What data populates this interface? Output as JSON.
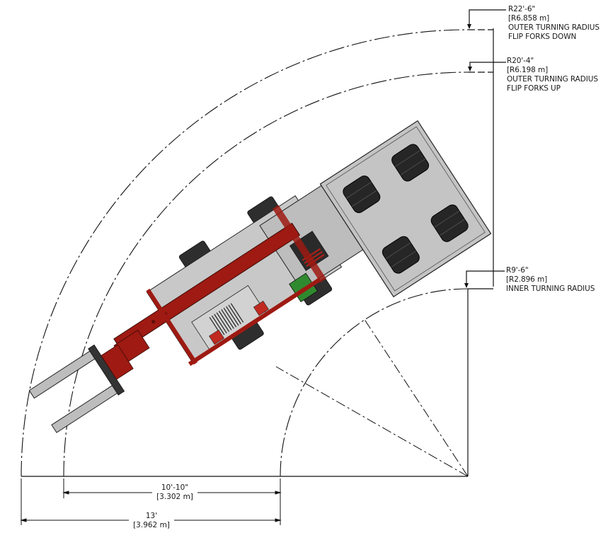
{
  "drawing": {
    "subject": "telehandler top view with fork attachment and seat platform",
    "colors": {
      "boom_red": "#9e1a12",
      "body_gray": "#c4c4c4",
      "tire_dark": "#2e2e2e",
      "seat_dark": "#262626",
      "control_green": "#2f8a2f",
      "line": "#111111"
    },
    "turning_radii": [
      {
        "imperial": "R22'-6\"",
        "metric": "[R6.858 m]",
        "line1": "OUTER TURNING RADIUS",
        "line2": "FLIP FORKS DOWN"
      },
      {
        "imperial": "R20'-4\"",
        "metric": "[R6.198 m]",
        "line1": "OUTER TURNING RADIUS",
        "line2": "FLIP FORKS UP"
      },
      {
        "imperial": "R9'-6\"",
        "metric": "[R2.896 m]",
        "line1": "INNER TURNING RADIUS",
        "line2": ""
      }
    ],
    "linear_dimensions": [
      {
        "imperial": "10'-10\"",
        "metric": "[3.302 m]"
      },
      {
        "imperial": "13'",
        "metric": "[3.962 m]"
      }
    ]
  }
}
